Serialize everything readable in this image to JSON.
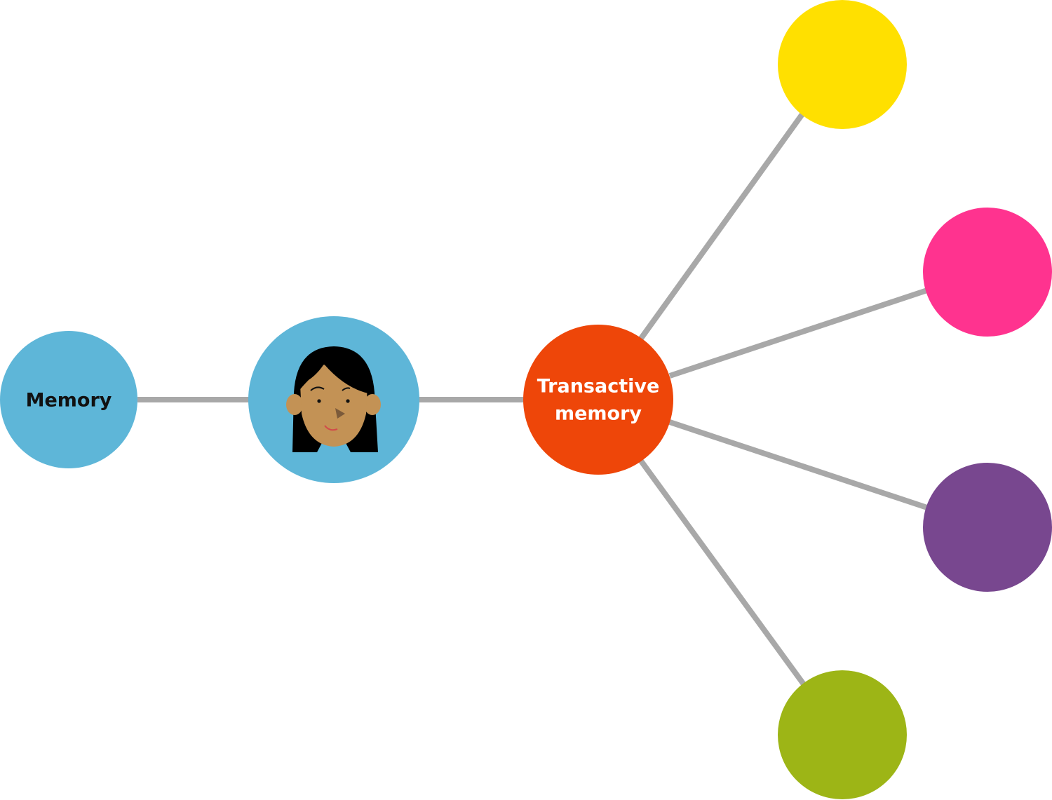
{
  "nodes": {
    "memory": {
      "label": "Memory",
      "color": "#5eb6d8",
      "text_color": "#111111"
    },
    "person": {
      "icon": "woman-face-icon",
      "color": "#5eb6d8",
      "skin": "#c39255",
      "hair": "#000000"
    },
    "transactive": {
      "label_line1": "Transactive",
      "label_line2": "memory",
      "color": "#ee4609",
      "text_color": "#ffffff"
    },
    "outer": [
      {
        "name": "yellow",
        "color": "#ffe000"
      },
      {
        "name": "pink",
        "color": "#ff338f"
      },
      {
        "name": "purple",
        "color": "#78478f"
      },
      {
        "name": "green",
        "color": "#9db516"
      }
    ]
  },
  "edge_color": "#a8a8a8"
}
